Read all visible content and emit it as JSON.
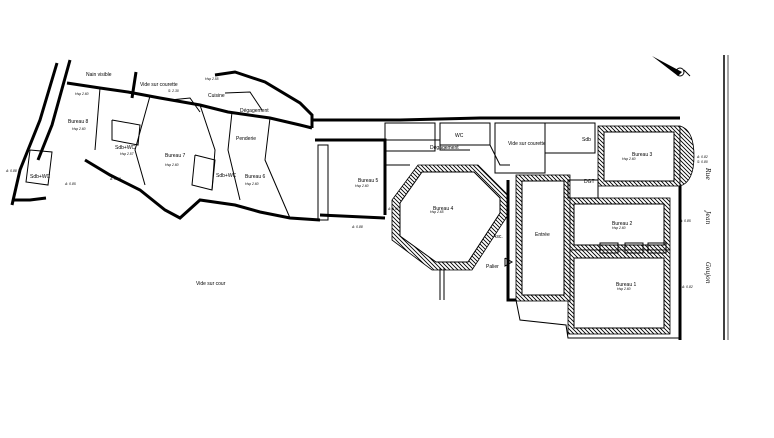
{
  "rooms": {
    "nain_visible": "Nain visible",
    "vide_courette_top": "Vide sur courette",
    "cuisine": "Cuisine",
    "degagement_1": "Dégagement",
    "degagement_2": "Dégagement",
    "bureau_8": "Bureau 8",
    "sdb_wc_1": "Sdb+WC",
    "sdb_wc_2": "Sdb+WC",
    "sdb_wc_3": "Sdb+WC",
    "bureau_7": "Bureau 7",
    "penderie": "Penderie",
    "bureau_6": "Bureau 6",
    "bureau_5": "Bureau 5",
    "bureau_4": "Bureau 4",
    "wc": "WC",
    "vide_courette_right": "Vide sur courette",
    "sdb": "Sdb",
    "bureau_3": "Bureau 3",
    "dgt": "DGT",
    "bureau_2": "Bureau 2",
    "entree": "Entrée",
    "bureau_1": "Bureau 1",
    "asc": "Asc.",
    "palier": "Palier",
    "vide_cour": "Vide sur cour"
  },
  "street": {
    "word1": "Rue",
    "word2": "Jean",
    "word3": "Goujon"
  },
  "icons": {
    "north": "north-arrow-icon"
  }
}
